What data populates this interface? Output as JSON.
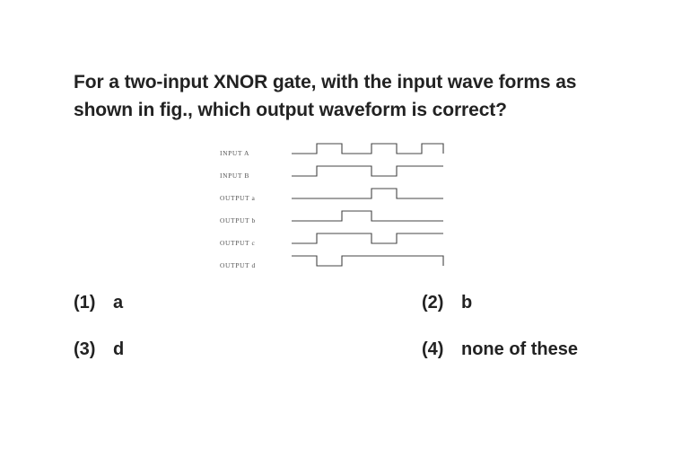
{
  "question": {
    "text": "For a two-input XNOR gate, with the input wave forms as shown in fig., which output waveform is correct?"
  },
  "figure": {
    "waveforms": [
      {
        "label": "INPUT A",
        "levels": [
          0,
          1,
          0,
          1,
          0,
          1,
          0
        ]
      },
      {
        "label": "INPUT B",
        "levels": [
          0,
          1,
          1,
          0,
          1,
          1,
          1
        ]
      },
      {
        "label": "OUTPUT a",
        "levels": [
          0,
          0,
          0,
          1,
          0,
          0,
          0
        ]
      },
      {
        "label": "OUTPUT b",
        "levels": [
          0,
          0,
          1,
          0,
          0,
          0,
          0
        ]
      },
      {
        "label": "OUTPUT c",
        "levels": [
          0,
          1,
          1,
          0,
          1,
          1,
          1
        ]
      },
      {
        "label": "OUTPUT d",
        "levels": [
          1,
          0,
          1,
          1,
          1,
          1,
          0
        ]
      }
    ]
  },
  "options": [
    {
      "number": "(1)",
      "text": "a"
    },
    {
      "number": "(2)",
      "text": "b"
    },
    {
      "number": "(3)",
      "text": "d"
    },
    {
      "number": "(4)",
      "text": "none of these"
    }
  ]
}
